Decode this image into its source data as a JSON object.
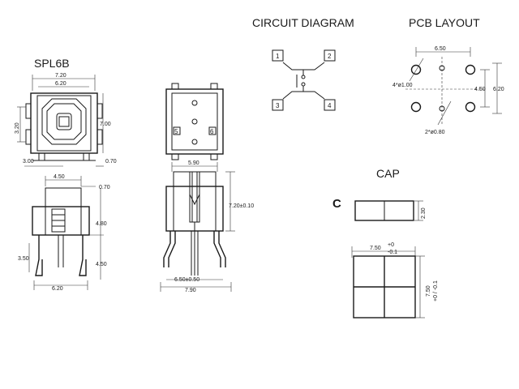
{
  "model_label": "SPL6B",
  "circuit_title": "CIRCUIT DIAGRAM",
  "pcb_title": "PCB LAYOUT",
  "cap_title": "CAP",
  "cap_variant": "C",
  "circuit_pins": [
    "1",
    "2",
    "3",
    "4"
  ],
  "top_view_dims": {
    "width_outer": "7.20",
    "width_inner": "6.20",
    "height_right": "7.00",
    "height_left": "3.20",
    "bottom_left": "3.00",
    "bottom_right": "0.70"
  },
  "side_view_dims": {
    "top_width": "4.50",
    "top_gap": "0.70",
    "body_height": "4.80",
    "pin_height": "4.50",
    "left_height": "3.50",
    "bottom_width": "6.20"
  },
  "front_view_pins": [
    "5",
    "6"
  ],
  "front_view_dims": {
    "top_width": "5.90",
    "height": "7.20±0.10",
    "pin_span": "6.50±0.50",
    "body_width": "7.90"
  },
  "pcb_dims": {
    "spacing_x": "6.50",
    "spacing_y_inner": "4.50",
    "spacing_y_outer": "6.20",
    "large_hole": "4*ø1.00",
    "small_hole": "2*ø0.80"
  },
  "cap_dims": {
    "height": "2.30",
    "width": "7.50",
    "width_tol_plus": "+0",
    "width_tol_minus": "-0.1",
    "depth": "7.50",
    "depth_tol": "+0 / -0.1"
  }
}
